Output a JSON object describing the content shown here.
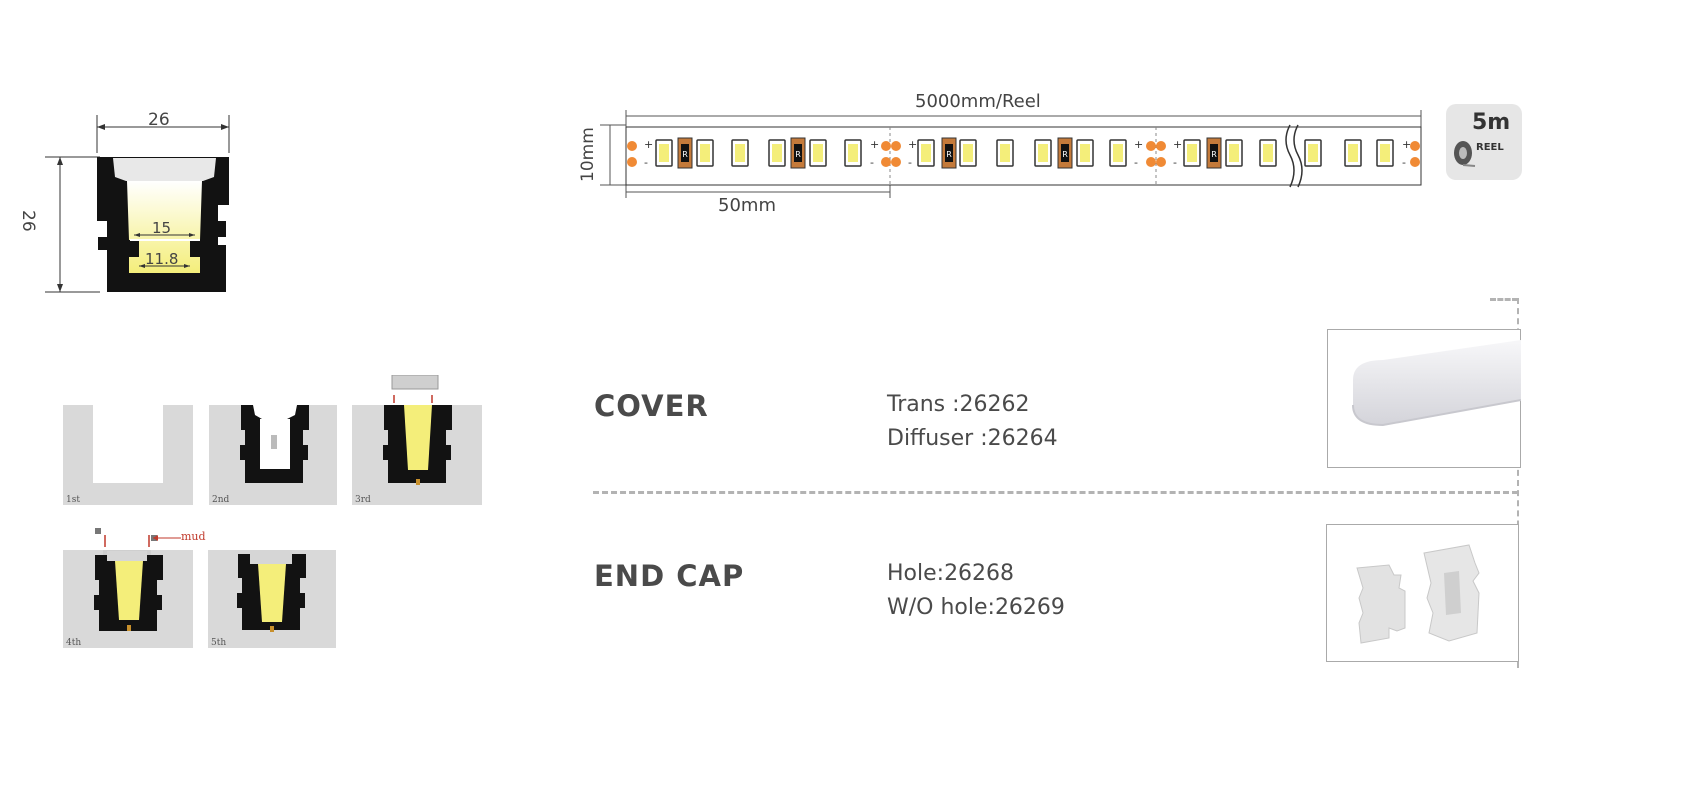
{
  "profile": {
    "width_label": "26",
    "height_label": "26",
    "inner_width_label": "15",
    "channel_width_label": "11.8"
  },
  "strip": {
    "length_label": "5000mm/Reel",
    "width_label": "10mm",
    "cut_label": "50mm",
    "resistor_mark": "R",
    "plus_sign": "+",
    "minus_sign": "-"
  },
  "reel": {
    "length": "5m",
    "label": "REEL"
  },
  "steps": [
    "1st",
    "2nd",
    "3rd",
    "4th",
    "5th"
  ],
  "step4_annotation": "mud",
  "accessories": [
    {
      "title": "COVER",
      "lines": [
        "Trans :26262",
        "Diffuser :26264"
      ]
    },
    {
      "title": "END CAP",
      "lines": [
        "Hole:26268",
        "W/O hole:26269"
      ]
    }
  ],
  "colors": {
    "profile_black": "#121212",
    "led_yellow": "#f4ee7a",
    "pad_orange": "#f08a35",
    "resistor_brown": "#c47a3a",
    "silicone_gray": "#d6d6d6",
    "dash_gray": "#b3b3b3"
  }
}
